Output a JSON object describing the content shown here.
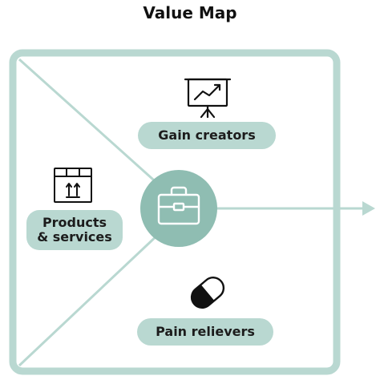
{
  "title": "Value Map",
  "sections": {
    "gain_creators": {
      "label": "Gain creators",
      "icon": "presentation-chart-icon"
    },
    "products_services": {
      "label_line1": "Products",
      "label_line2": "& services",
      "icon": "package-box-icon"
    },
    "pain_relievers": {
      "label": "Pain relievers",
      "icon": "pill-capsule-icon"
    }
  },
  "center": {
    "icon": "briefcase-icon"
  },
  "colors": {
    "frame": "#b9d8d1",
    "center_circle": "#8fbdb2",
    "pill_background": "#b9d8d1",
    "text": "#1c1c1c"
  }
}
